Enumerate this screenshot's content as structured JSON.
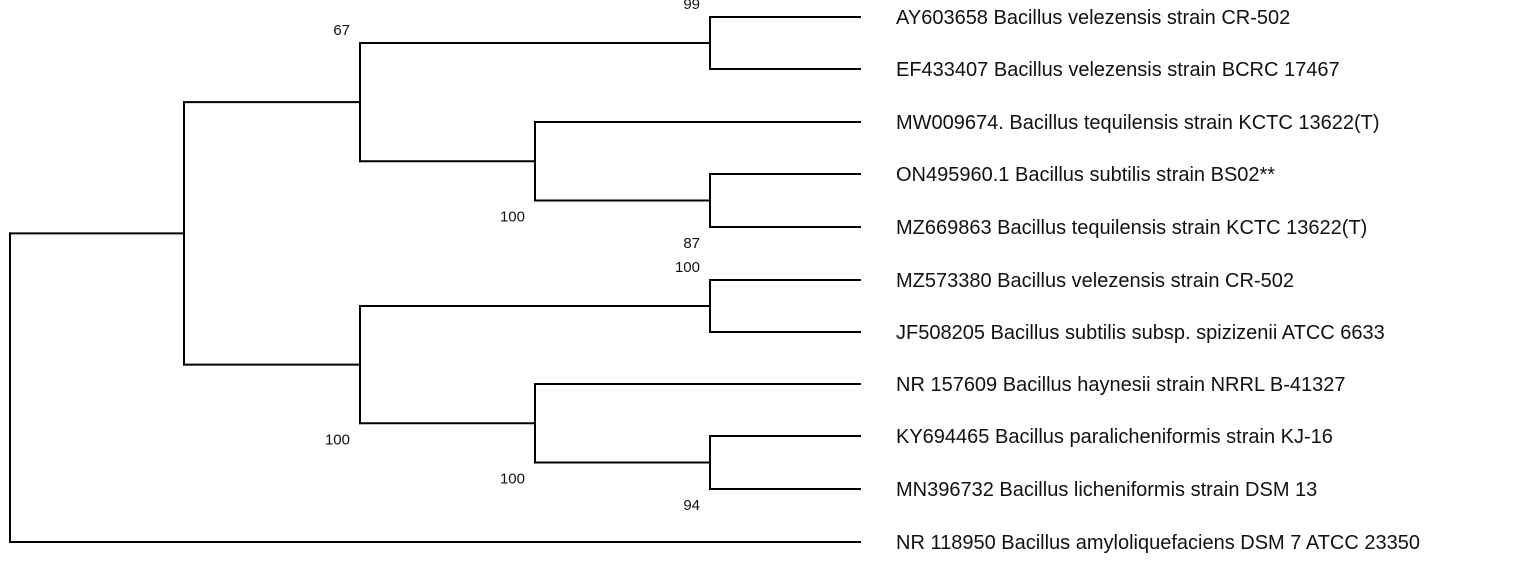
{
  "tree": {
    "taxa": [
      {
        "id": "t1",
        "label": "AY603658 Bacillus velezensis strain CR-502"
      },
      {
        "id": "t2",
        "label": "EF433407 Bacillus velezensis strain BCRC 17467"
      },
      {
        "id": "t3",
        "label": "MW009674. Bacillus tequilensis strain KCTC 13622(T)"
      },
      {
        "id": "t4",
        "label": "ON495960.1 Bacillus subtilis strain BS02**"
      },
      {
        "id": "t5",
        "label": "MZ669863 Bacillus tequilensis strain KCTC 13622(T)"
      },
      {
        "id": "t6",
        "label": "MZ573380 Bacillus velezensis strain CR-502"
      },
      {
        "id": "t7",
        "label": "JF508205 Bacillus subtilis subsp. spizizenii ATCC 6633"
      },
      {
        "id": "t8",
        "label": "NR 157609 Bacillus haynesii strain NRRL B-41327"
      },
      {
        "id": "t9",
        "label": "KY694465 Bacillus paralicheniformis strain KJ-16"
      },
      {
        "id": "t10",
        "label": "MN396732 Bacillus licheniformis strain DSM 13"
      },
      {
        "id": "t11",
        "label": "NR 118950 Bacillus amyloliquefaciens DSM 7 ATCC 23350"
      }
    ],
    "clades": [
      {
        "id": "c_t1_t2",
        "members": [
          "t1",
          "t2"
        ],
        "support": "99"
      },
      {
        "id": "c_t4_t5",
        "members": [
          "t4",
          "t5"
        ],
        "support": "87"
      },
      {
        "id": "c_t3_t5",
        "members": [
          "t3",
          "c_t4_t5"
        ],
        "support": "100"
      },
      {
        "id": "c_t1_t5",
        "members": [
          "c_t1_t2",
          "c_t3_t5"
        ],
        "support": "67"
      },
      {
        "id": "c_t6_t7",
        "members": [
          "t6",
          "t7"
        ],
        "support": "100"
      },
      {
        "id": "c_t9_t10",
        "members": [
          "t9",
          "t10"
        ],
        "support": "94"
      },
      {
        "id": "c_t8_t10",
        "members": [
          "t8",
          "c_t9_t10"
        ],
        "support": "100"
      },
      {
        "id": "c_t6_t10",
        "members": [
          "c_t6_t7",
          "c_t8_t10"
        ],
        "support": "100"
      },
      {
        "id": "c_ingroup",
        "members": [
          "c_t1_t5",
          "c_t6_t10"
        ],
        "support": ""
      },
      {
        "id": "root",
        "members": [
          "c_ingroup",
          "t11"
        ],
        "support": ""
      }
    ]
  }
}
